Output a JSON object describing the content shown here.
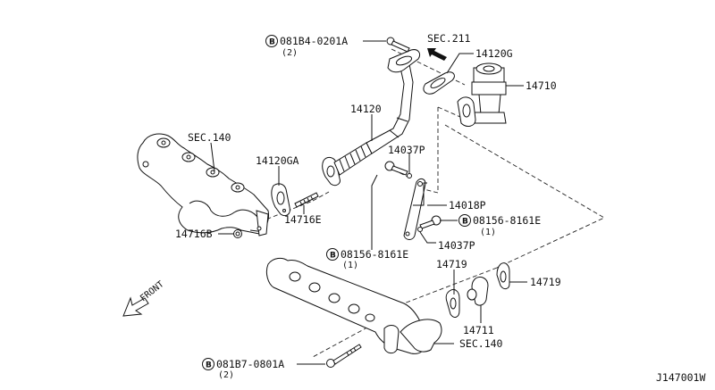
{
  "diagram": {
    "title": "EGR Valve & Tube Exploded Parts Diagram",
    "figure_code": "J147001W",
    "direction_label": "FRONT",
    "section_refs": {
      "sec211": "SEC.211",
      "sec140_top": "SEC.140",
      "sec140_bottom": "SEC.140"
    },
    "parts": {
      "p14120G": "14120G",
      "p14710": "14710",
      "p14120": "14120",
      "p14120GA": "14120GA",
      "p14716E": "14716E",
      "p14716B": "14716B",
      "p14037P_top": "14037P",
      "p14018P": "14018P",
      "p14037P_bottom": "14037P",
      "p14719_left": "14719",
      "p14719_right": "14719",
      "p14711": "14711"
    },
    "bolts": [
      {
        "prefix": "B",
        "number": "081B4-0201A",
        "qty": "(2)"
      },
      {
        "prefix": "B",
        "number": "08156-8161E",
        "qty": "(1)"
      },
      {
        "prefix": "B",
        "number": "08156-8161E",
        "qty": "(1)"
      },
      {
        "prefix": "B",
        "number": "081B7-0801A",
        "qty": "(2)"
      }
    ]
  }
}
